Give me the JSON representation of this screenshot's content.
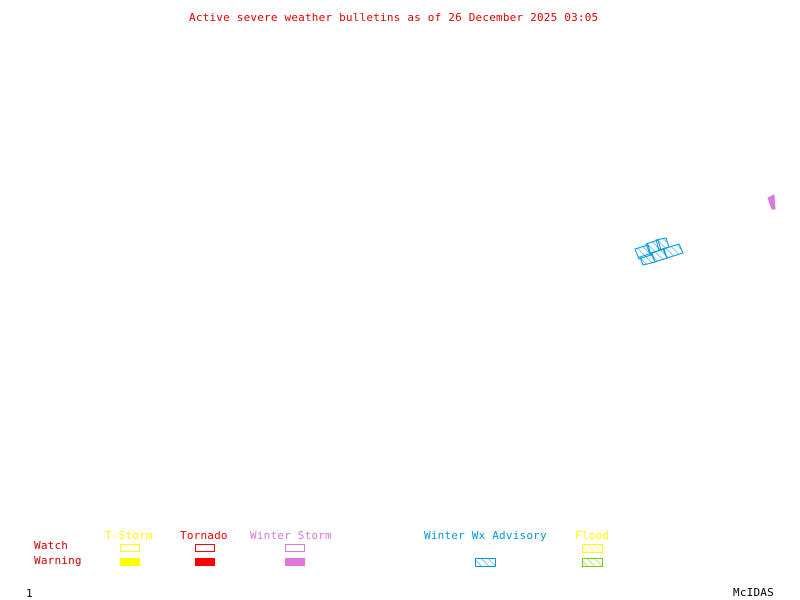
{
  "title": "Active severe weather bulletins as of 26 December 2025 03:05",
  "colors": {
    "title": "#e00000",
    "row_labels": "#d00000",
    "tstorm": "#ffff00",
    "tornado": "#ff0000",
    "winter_storm": "#dd77dd",
    "winter_wx_advisory": "#0099dd",
    "flood_watch": "#ffff00",
    "flood_warning": "#77cc00",
    "footer": "#000000"
  },
  "legend": {
    "row_labels": {
      "watch": "Watch",
      "warning": "Warning"
    },
    "categories": [
      {
        "key": "tstorm",
        "label": "T-Storm",
        "watch": "outline",
        "warning": "filled"
      },
      {
        "key": "tornado",
        "label": "Tornado",
        "watch": "outline",
        "warning": "filled"
      },
      {
        "key": "winter_storm",
        "label": "Winter Storm",
        "watch": "outline",
        "warning": "filled"
      },
      {
        "key": "winter_wx_advisory",
        "label": "Winter Wx Advisory",
        "watch": null,
        "warning": "hatched"
      },
      {
        "key": "flood",
        "label": "Flood",
        "watch": "hatched",
        "warning": "hatched"
      }
    ]
  },
  "map_features": [
    {
      "type": "Winter Wx Advisory",
      "style": "hatched",
      "count": 6
    },
    {
      "type": "Winter Storm Warning",
      "style": "filled",
      "count": 1
    }
  ],
  "footer": {
    "frame_number": "1",
    "product": "McIDAS"
  }
}
